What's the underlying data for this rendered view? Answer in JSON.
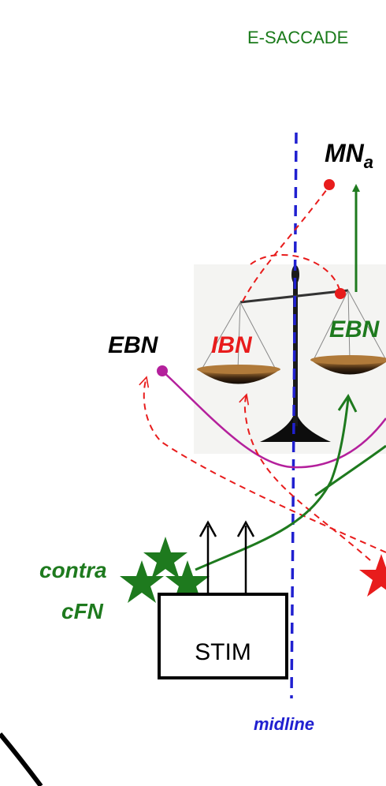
{
  "title": "E-SACCADE",
  "labels": {
    "mn": "MN",
    "mn_sub": "a",
    "ebn_left": "EBN",
    "ibn": "IBN",
    "ebn_right": "EBN",
    "contra": "contra",
    "cfn": "cFN",
    "stim": "STIM",
    "midline": "midline"
  },
  "colors": {
    "title": "#1a7a1a",
    "green": "#1e7a1e",
    "red": "#e81c1c",
    "magenta": "#b4209c",
    "blue": "#2020d0",
    "black": "#000000"
  }
}
